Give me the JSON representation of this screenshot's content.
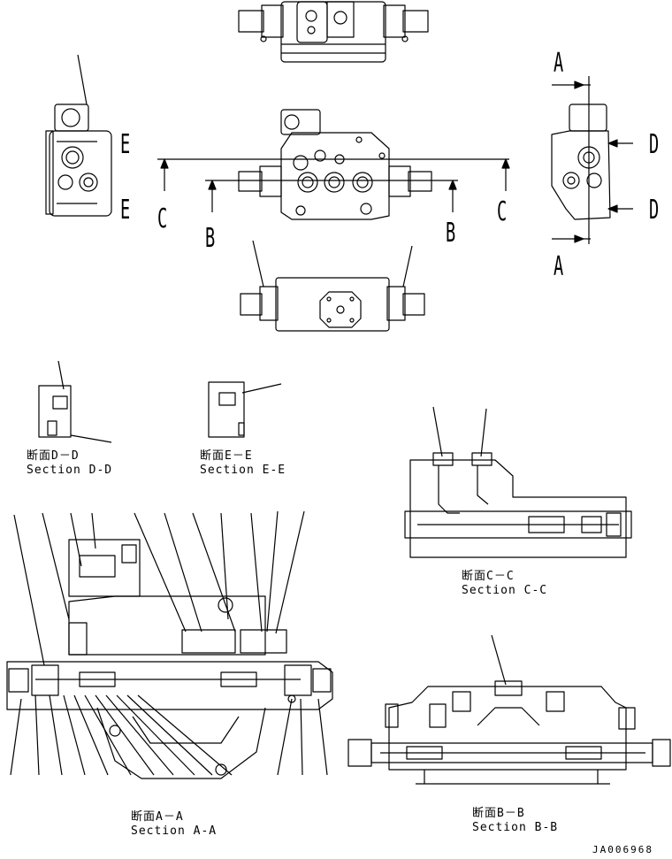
{
  "view_letters": {
    "a_top": "A",
    "a_bottom": "A",
    "b_left": "B",
    "b_right": "B",
    "c_left": "C",
    "c_right": "C",
    "d_top": "D",
    "d_bottom": "D",
    "e_top": "E",
    "e_bottom": "E"
  },
  "sections": {
    "dd": {
      "jp": "断面D－D",
      "en": "Section D-D"
    },
    "ee": {
      "jp": "断面E－E",
      "en": "Section E-E"
    },
    "cc": {
      "jp": "断面C－C",
      "en": "Section C-C"
    },
    "aa": {
      "jp": "断面A－A",
      "en": "Section A-A"
    },
    "bb": {
      "jp": "断面B－B",
      "en": "Section B-B"
    }
  },
  "drawing_code": "JA006968"
}
